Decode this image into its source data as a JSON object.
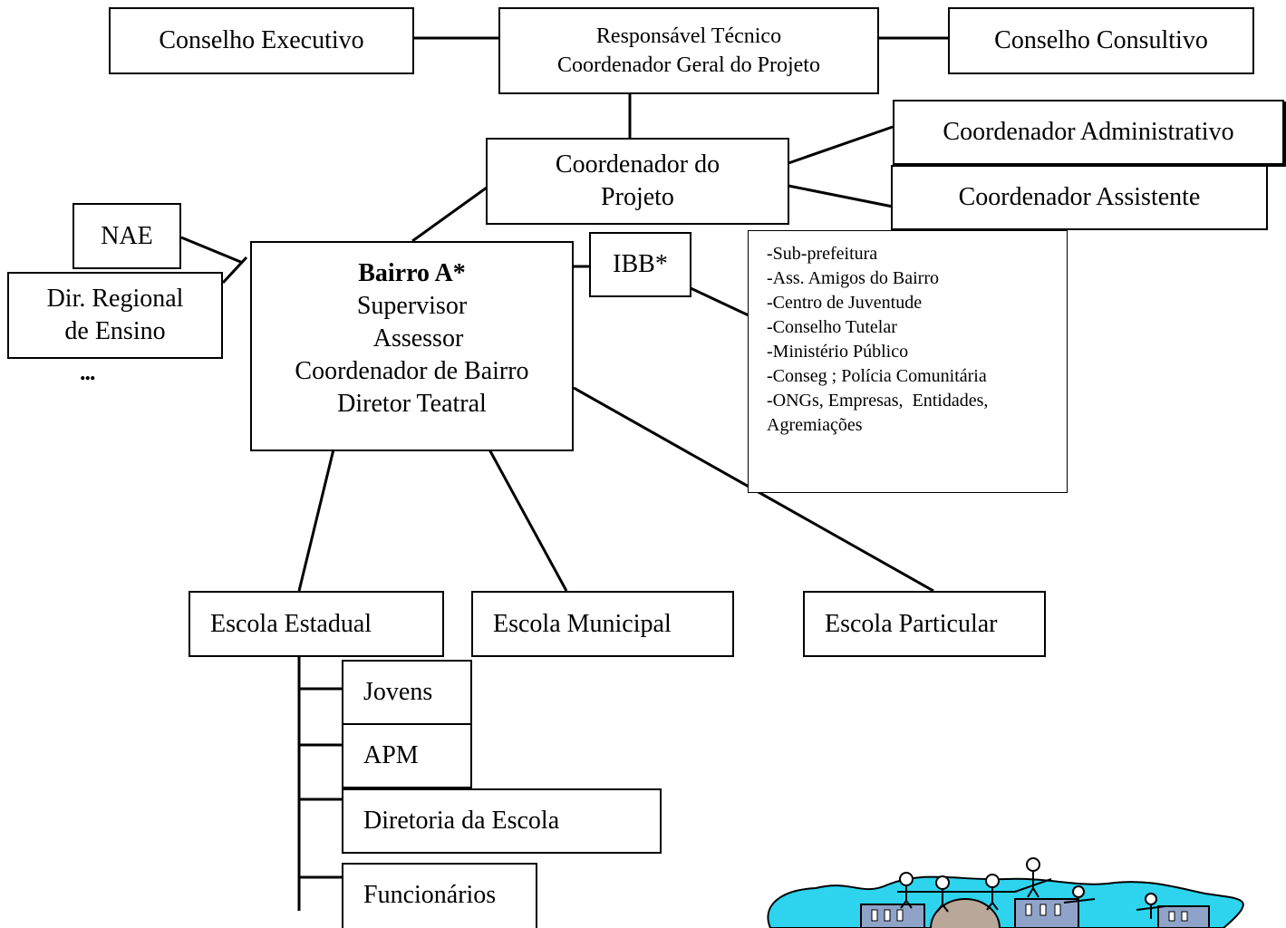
{
  "diagram": {
    "top": {
      "conselho_executivo": "Conselho Executivo",
      "responsavel_line1": "Responsável Técnico",
      "responsavel_line2": "Coordenador Geral do Projeto",
      "conselho_consultivo": "Conselho Consultivo"
    },
    "coordenador_projeto_line1": "Coordenador do",
    "coordenador_projeto_line2": "Projeto",
    "coordenador_administrativo": "Coordenador Administrativo",
    "coordenador_assistente": "Coordenador Assistente",
    "nae": "NAE",
    "dir_regional_line1": "Dir. Regional",
    "dir_regional_line2": "de Ensino",
    "ellipsis": "...",
    "bairro": {
      "title": "Bairro A*",
      "roles": [
        "Supervisor",
        "Assessor",
        "Coordenador de Bairro",
        "Diretor Teatral"
      ]
    },
    "ibb": "IBB*",
    "partners": [
      "-Sub-prefeitura",
      "-Ass. Amigos do Bairro",
      "-Centro de Juventude",
      "-Conselho Tutelar",
      "-Ministério Público",
      "-Conseg ; Polícia Comunitária",
      "-ONGs, Empresas,  Entidades,",
      "Agremiações"
    ],
    "escolas": {
      "estadual": "Escola Estadual",
      "municipal": "Escola Municipal",
      "particular": "Escola Particular"
    },
    "estadual_children": [
      "Jovens",
      "APM",
      "Diretoria da Escola",
      "Funcionários"
    ]
  },
  "colors": {
    "lines": "#000000",
    "box_border": "#000000",
    "clipart_sky": "#2ed3ee"
  }
}
